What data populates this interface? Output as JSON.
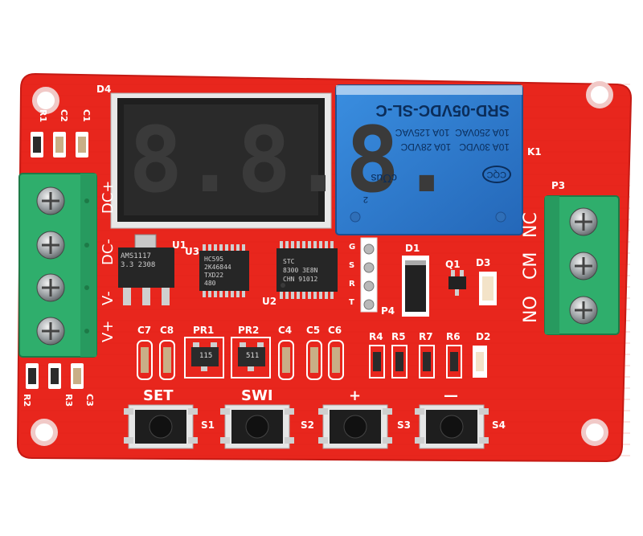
{
  "board": {
    "pcb_color": "#e8261d",
    "silk_color": "#ffffff",
    "display_label": "D4",
    "relay_label": "K1",
    "regulator_label": "U1",
    "shift_reg_label": "U3",
    "mcu_label": "U2",
    "right_terminal_label": "P3",
    "header_label": "P4",
    "diode_label": "D1",
    "transistor_label": "Q1",
    "led3_label": "D3",
    "led2_label": "D2"
  },
  "relay": {
    "color": "#2f7fd1",
    "model": "SRD-05VDC-SL-C",
    "rating1": "10A 250VAC  10A 125VAC",
    "rating2": "10A 30VDC   10A 28VDC",
    "cert": "CQC",
    "ul": "c℧us",
    "num": "2"
  },
  "display": {
    "digits": [
      "8.",
      "8.",
      "8."
    ]
  },
  "chips": {
    "regulator_text": "AMS1117\n3.3 2308",
    "shift_reg_text": "HC595\n2K46844\nTXD22\n480",
    "mcu_text": "STC\n8300 3E8N\nCHN 91012"
  },
  "header_pins": [
    "G",
    "S",
    "R",
    "T"
  ],
  "left_terminal": {
    "labels": [
      "DC+",
      "DC-",
      "V-",
      "V+"
    ]
  },
  "right_terminal": {
    "labels": [
      "NC",
      "CM",
      "NO"
    ]
  },
  "passives_top": [
    "R1",
    "C2",
    "C1"
  ],
  "passives_left_bottom": [
    "R2",
    "R3",
    "C3"
  ],
  "caps_row": [
    "C7",
    "C8",
    "PR1",
    "PR2",
    "C4",
    "C5",
    "C6"
  ],
  "pots": [
    "115",
    "511"
  ],
  "res_row": [
    "R4",
    "R5",
    "R7",
    "R6"
  ],
  "buttons": [
    {
      "label": "SET",
      "id": "S1"
    },
    {
      "label": "SWI",
      "id": "S2"
    },
    {
      "label": "+",
      "id": "S3"
    },
    {
      "label": "—",
      "id": "S4"
    }
  ]
}
